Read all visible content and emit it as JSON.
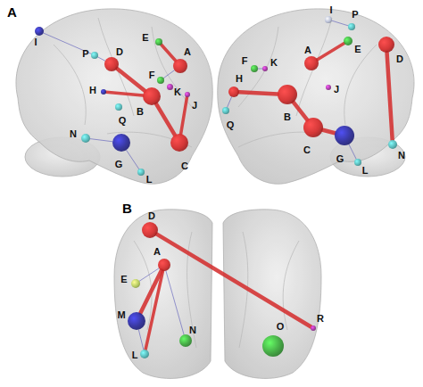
{
  "diagram": {
    "nodes": [
      {
        "text": [
          "I"
        ]
      },
      {
        "text": [
          "P"
        ]
      },
      {
        "text": [
          "D"
        ]
      },
      {
        "text": [
          "E"
        ]
      },
      {
        "text": [
          "A"
        ]
      },
      {
        "text": [
          "F"
        ]
      },
      {
        "text": [
          "K"
        ]
      },
      {
        "text": [
          "H"
        ]
      },
      {
        "text": [
          "B"
        ]
      },
      {
        "text": [
          "J"
        ]
      },
      {
        "text": [
          "Q"
        ]
      },
      {
        "text": [
          "N"
        ]
      },
      {
        "text": [
          "G"
        ]
      },
      {
        "text": [
          "C"
        ]
      },
      {
        "text": [
          "L"
        ]
      },
      {
        "text": [
          "I"
        ]
      },
      {
        "text": [
          "P"
        ]
      },
      {
        "text": [
          "E"
        ]
      },
      {
        "text": [
          "A"
        ]
      },
      {
        "text": [
          "D"
        ]
      },
      {
        "text": [
          "F"
        ]
      },
      {
        "text": [
          "K"
        ]
      },
      {
        "text": [
          "H"
        ]
      },
      {
        "text": [
          "B"
        ]
      },
      {
        "text": [
          "J"
        ]
      },
      {
        "text": [
          "Q"
        ]
      },
      {
        "text": [
          "C"
        ]
      },
      {
        "text": [
          "G"
        ]
      },
      {
        "text": [
          "N"
        ]
      },
      {
        "text": [
          "L"
        ]
      },
      {
        "text": [
          "D"
        ]
      },
      {
        "text": [
          "A"
        ]
      },
      {
        "text": [
          "E"
        ]
      },
      {
        "text": [
          "M"
        ]
      },
      {
        "text": [
          "L"
        ]
      },
      {
        "text": [
          "N"
        ]
      },
      {
        "text": [
          "O"
        ]
      },
      {
        "text": [
          "R"
        ]
      }
    ],
    "edges": [
      {
        "from": 2,
        "to": 8,
        "arrow": "none"
      },
      {
        "from": 3,
        "to": 4,
        "arrow": "none"
      },
      {
        "from": 7,
        "to": 8,
        "arrow": "none"
      },
      {
        "from": 8,
        "to": 13,
        "arrow": "none"
      },
      {
        "from": 13,
        "to": 9,
        "arrow": "none"
      },
      {
        "from": 1,
        "to": 2,
        "arrow": "none"
      },
      {
        "from": 0,
        "to": 1,
        "arrow": "none"
      },
      {
        "from": 11,
        "to": 12,
        "arrow": "none"
      },
      {
        "from": 12,
        "to": 14,
        "arrow": "none"
      },
      {
        "from": 5,
        "to": 4,
        "arrow": "none"
      },
      {
        "from": 17,
        "to": 18,
        "arrow": "none"
      },
      {
        "from": 19,
        "to": 28,
        "arrow": "none"
      },
      {
        "from": 22,
        "to": 23,
        "arrow": "none"
      },
      {
        "from": 23,
        "to": 26,
        "arrow": "none"
      },
      {
        "from": 26,
        "to": 27,
        "arrow": "none"
      },
      {
        "from": 15,
        "to": 16,
        "arrow": "none"
      },
      {
        "from": 25,
        "to": 22,
        "arrow": "none"
      },
      {
        "from": 27,
        "to": 29,
        "arrow": "none"
      },
      {
        "from": 20,
        "to": 21,
        "arrow": "none"
      },
      {
        "from": 30,
        "to": 37,
        "arrow": "none"
      },
      {
        "from": 31,
        "to": 33,
        "arrow": "none"
      },
      {
        "from": 31,
        "to": 34,
        "arrow": "none"
      },
      {
        "from": 31,
        "to": 35,
        "arrow": "none"
      },
      {
        "from": 31,
        "to": 32,
        "arrow": "none"
      },
      {
        "from": 33,
        "to": 34,
        "arrow": "none"
      }
    ],
    "labels": [
      "A",
      "B"
    ]
  }
}
